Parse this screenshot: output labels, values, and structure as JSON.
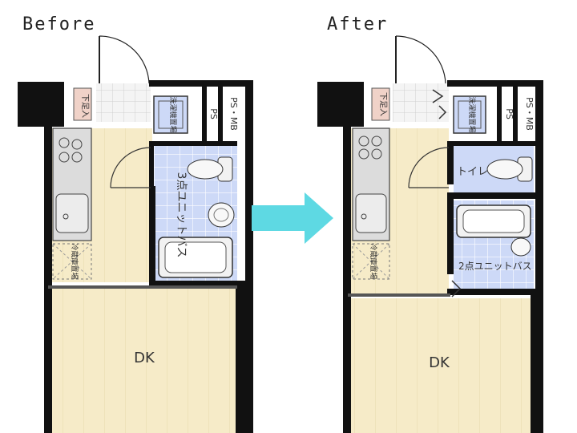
{
  "before": {
    "title": "Before",
    "labels": {
      "genkan": "下足入",
      "washer_top": "洗濯機置場",
      "ps": "PS",
      "psmb": "PS・MB",
      "unit_bath": "3点ユニットバス",
      "fridge": "冷蔵庫置場",
      "dk": "DK"
    }
  },
  "after": {
    "title": "After",
    "labels": {
      "genkan": "下足入",
      "washer_top": "洗濯機置場",
      "ps": "PS",
      "psmb": "PS・MB",
      "toilet": "トイレ",
      "unit_bath": "2点ユニットバス",
      "fridge": "冷蔵庫置場",
      "dk": "DK"
    }
  },
  "colors": {
    "floor": "#f6ebc8",
    "bath_tile": "#cdd9f7",
    "wall": "#111111",
    "arrow": "#5ed9e3",
    "tile": "#e4e4e4"
  }
}
